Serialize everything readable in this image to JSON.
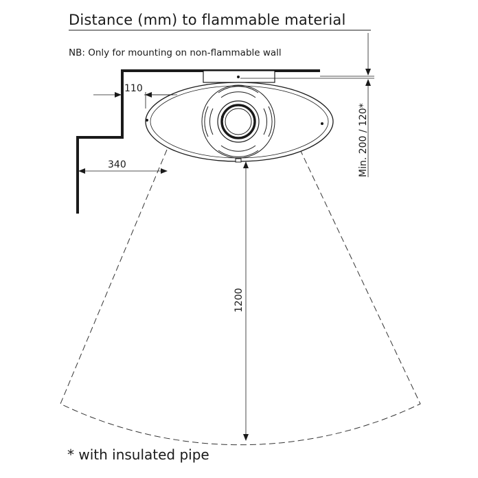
{
  "title": "Distance (mm) to flammable material",
  "note": "NB: Only for mounting on non-flammable wall",
  "footnote": "* with insulated pipe",
  "dimensions": {
    "side_offset": "110",
    "side_distance": "340",
    "front_distance": "1200",
    "wall_min": "Min. 200 / 120*"
  },
  "colors": {
    "line": "#1a1a1a",
    "dash": "#333333"
  }
}
